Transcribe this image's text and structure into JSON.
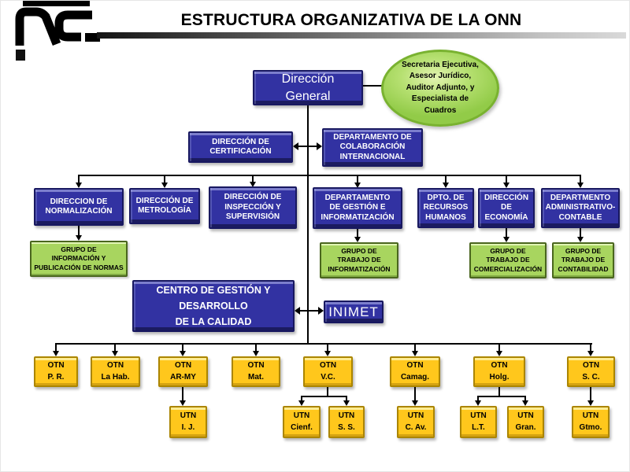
{
  "slide": {
    "title": "ESTRUCTURA ORGANIZATIVA DE LA ONN",
    "logo_icon": "nc-logo"
  },
  "colors": {
    "box_blue": "#3232a2",
    "box_blue_border": "#181860",
    "box_green": "#a8d55f",
    "box_yellow": "#ffc71c",
    "ellipse_green": "#b6e071",
    "ellipse_border": "#79b230",
    "connector": "#000000",
    "title_text": "#000000"
  },
  "nodes": {
    "direccion_general": "Dirección\nGeneral",
    "staff": "Secretaria Ejecutiva,\nAsesor Jurídico,\nAuditor Adjunto, y\nEspecialista de\nCuadros",
    "certificacion": "DIRECCIÓN DE\nCERTIFICACIÓN",
    "colaboracion": "DEPARTAMENTO DE\nCOLABORACIÓN\nINTERNACIONAL",
    "row2": [
      "DIRECCION DE\nNORMALIZACIÓN",
      "DIRECCIÓN DE\nMETROLOGÍA",
      "DIRECCIÓN DE\nINSPECCIÓN Y\nSUPERVISIÓN",
      "DEPARTAMENTO\nDE GESTIÓN E\nINFORMATIZACIÓN",
      "DPTO. DE\nRECURSOS\nHUMANOS",
      "DIRECCIÓN\nDE\nECONOMÍA",
      "DEPARTMENTO\nADMINISTRATIVO-\nCONTABLE"
    ],
    "grupos": [
      "GRUPO DE\nINFORMACIÓN Y\nPUBLICACIÓN DE NORMAS",
      "GRUPO DE\nTRABAJO DE\nINFORMATIZACIÓN",
      "GRUPO DE\nTRABAJO DE\nCOMERCIALIZACIÓN",
      "GRUPO DE\nTRABAJO DE\nCONTABILIDAD"
    ],
    "centro": "CENTRO DE GESTIÓN Y\nDESARROLLO\nDE LA CALIDAD",
    "inimet": "INIMET",
    "otn": [
      "OTN\nP. R.",
      "OTN\nLa Hab.",
      "OTN\nAR-MY",
      "OTN\nMat.",
      "OTN\nV.C.",
      "OTN\nCamag.",
      "OTN\nHolg.",
      "OTN\nS. C."
    ],
    "utn": [
      "UTN\nI. J.",
      "UTN\nCienf.",
      "UTN\nS. S.",
      "UTN\nC. Av.",
      "UTN\nL.T.",
      "UTN\nGran.",
      "UTN\nGtmo."
    ]
  },
  "edges": [
    "direccion_general - staff (line)",
    "certificacion <-> colaboracion (double arrow)",
    "direccion_general -> row2[0..6] (tree arrows)",
    "row2[0] -> grupos[0]",
    "row2[3] -> grupos[1]",
    "row2[5] -> grupos[2]",
    "row2[6] -> grupos[3]",
    "centro <-> inimet (double arrow)",
    "direccion_general -> otn[0..7] (tree arrows)",
    "otn[2] -> utn[0]",
    "otn[4] -> utn[1], utn[2]",
    "otn[5] -> utn[3]",
    "otn[6] -> utn[4], utn[5]",
    "otn[7] -> utn[6]"
  ]
}
